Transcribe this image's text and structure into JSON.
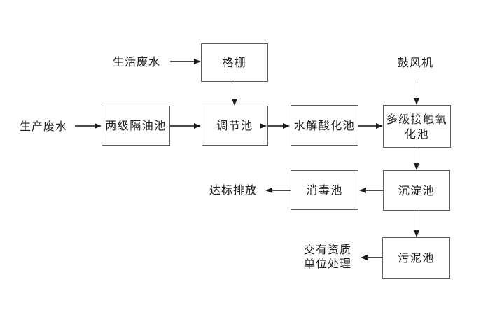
{
  "diagram": {
    "inputs": {
      "domestic": "生活废水",
      "production": "生产废水",
      "blower": "鼓风机"
    },
    "outputs": {
      "discharge": "达标排放",
      "qualified_line1": "交有资质",
      "qualified_line2": "单位处理"
    },
    "nodes": {
      "screen": "格栅",
      "oil_separator": "两级隔油池",
      "regulating_tank": "调节池",
      "hydrolysis_tank": "水解酸化池",
      "contact_oxidation_tank": "多级接触氧化池",
      "sedimentation_tank": "沉淀池",
      "disinfection_tank": "消毒池",
      "sludge_tank": "污泥池"
    },
    "colors": {
      "line": "#4a4a4a",
      "arrowhead": "#1a1a1a",
      "box_border": "#5d5d5d",
      "text": "#1f1f1f",
      "background": "#ffffff"
    }
  }
}
